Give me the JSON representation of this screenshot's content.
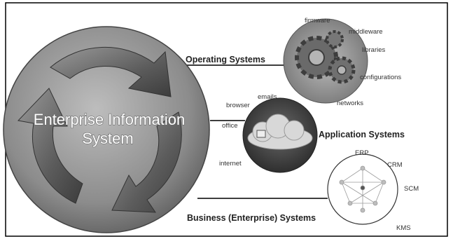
{
  "center": {
    "line1": "Enterprise Information",
    "line2": "System"
  },
  "operating": {
    "title": "Operating Systems",
    "items": [
      "firmware",
      "middleware",
      "libraries",
      "configurations",
      "networks"
    ]
  },
  "application": {
    "title": "Application Systems",
    "items": [
      "emails",
      "browser",
      "office",
      "internet"
    ]
  },
  "business": {
    "title": "Business (Enterprise) Systems",
    "items": [
      "ERP",
      "CRM",
      "SCM",
      "KMS"
    ]
  },
  "colors": {
    "frame": "#000000",
    "connector": "#222222",
    "globe": "#8c8c8c",
    "arrow": "#6e6e6e",
    "gears_bg": "#9a9a9a",
    "cloud_bg": "#4a4a4a",
    "network_bg": "#ffffff"
  }
}
